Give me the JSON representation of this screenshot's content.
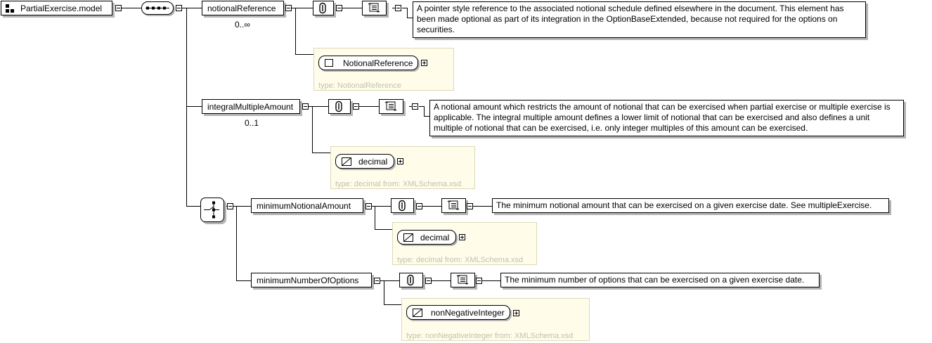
{
  "root": {
    "label": "PartialExercise.model"
  },
  "sequence": {
    "label": ""
  },
  "elements": {
    "notional": {
      "name": "notionalReference",
      "cardinality": "0..∞",
      "doc": "A pointer style reference to the associated notional schedule defined elsewhere in the document. This element has been made optional as part of its integration in the OptionBaseExtended, because not required for the options on securities.",
      "type_name": "NotionalReference",
      "type_label": "type: NotionalReference"
    },
    "integral": {
      "name": "integralMultipleAmount",
      "cardinality": "0..1",
      "doc": "A notional amount which restricts the amount of notional that can be exercised when partial exercise or multiple exercise is applicable. The integral multiple amount defines a lower limit of notional that can be exercised and also defines a unit multiple of notional that can be exercised, i.e. only integer multiples of this amount can be exercised.",
      "type_name": "decimal",
      "type_label": "type: decimal from: XMLSchema.xsd"
    },
    "minNotional": {
      "name": "minimumNotionalAmount",
      "doc": "The minimum notional amount that can be exercised on a given exercise date. See multipleExercise.",
      "type_name": "decimal",
      "type_label": "type: decimal from: XMLSchema.xsd"
    },
    "minOptions": {
      "name": "minimumNumberOfOptions",
      "doc": "The minimum number of options that can be exercised on a given exercise date.",
      "type_name": "nonNegativeInteger",
      "type_label": "type: nonNegativeInteger from: XMLSchema.xsd"
    }
  },
  "icons": {
    "root": "model-group-icon",
    "sequence": "sequence-compositor-icon",
    "choice": "choice-compositor-icon",
    "annotation": "annotation-icon",
    "documentation": "documentation-icon",
    "complex_type": "complex-type-icon",
    "simple_type": "simple-type-icon"
  }
}
